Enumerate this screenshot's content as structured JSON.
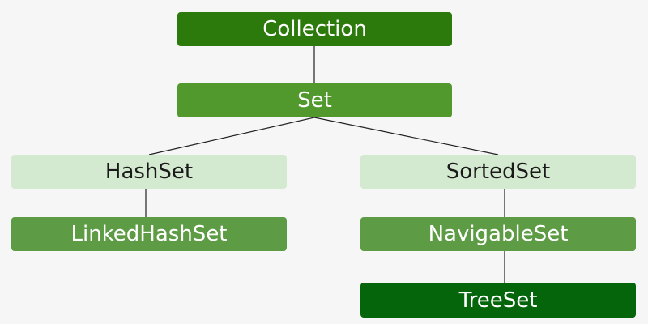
{
  "diagram": {
    "nodes": {
      "collection": "Collection",
      "set": "Set",
      "hashset": "HashSet",
      "sortedset": "SortedSet",
      "linkedhashset": "LinkedHashSet",
      "navigableset": "NavigableSet",
      "treeset": "TreeSet"
    },
    "edges": [
      [
        "Collection",
        "Set"
      ],
      [
        "Set",
        "HashSet"
      ],
      [
        "Set",
        "SortedSet"
      ],
      [
        "HashSet",
        "LinkedHashSet"
      ],
      [
        "SortedSet",
        "NavigableSet"
      ],
      [
        "NavigableSet",
        "TreeSet"
      ]
    ],
    "colors": {
      "background": "#f6f6f6",
      "dark_green": "#2b7a0b",
      "mid_green": "#52992d",
      "muted_green": "#5d9c45",
      "light_green": "#d4ead0",
      "deep_green": "#04650b",
      "edge": "#222222"
    }
  }
}
